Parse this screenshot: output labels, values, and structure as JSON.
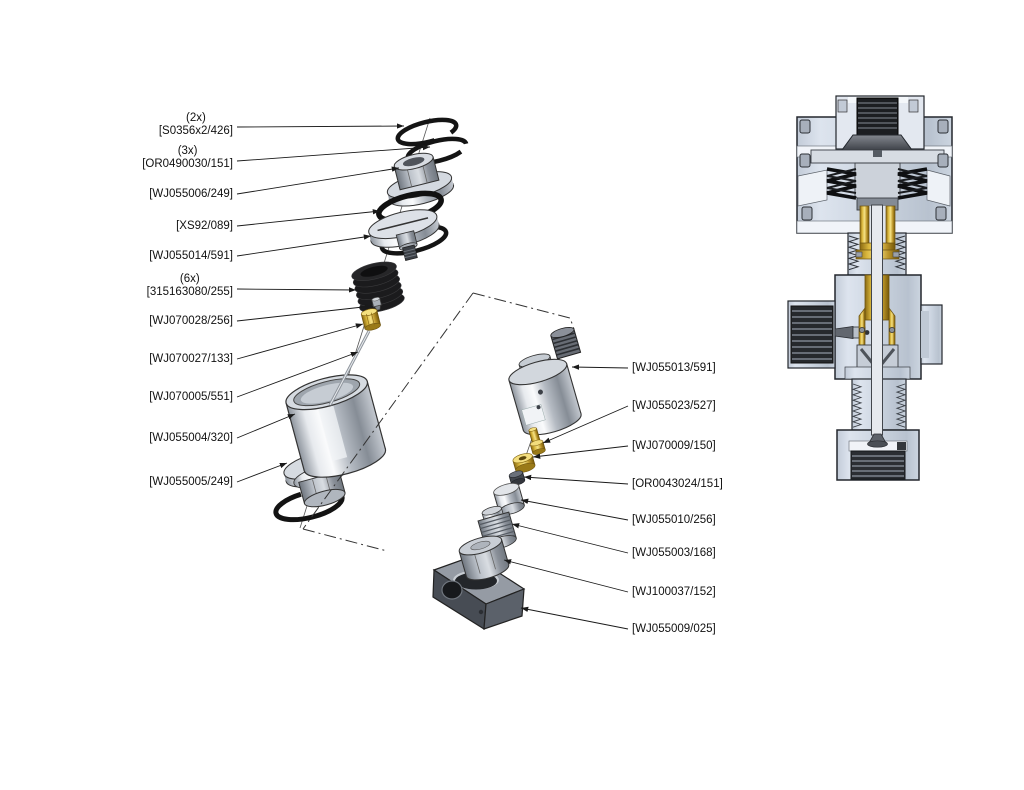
{
  "figure": {
    "left_column": [
      {
        "qty": "(2x)",
        "part": "[S0356x2/426]"
      },
      {
        "qty": "(3x)",
        "part": "[OR0490030/151]"
      },
      {
        "qty": "",
        "part": "[WJ055006/249]"
      },
      {
        "qty": "",
        "part": "[XS92/089]"
      },
      {
        "qty": "",
        "part": "[WJ055014/591]"
      },
      {
        "qty": "(6x)",
        "part": "[315163080/255]"
      },
      {
        "qty": "",
        "part": "[WJ070028/256]"
      },
      {
        "qty": "",
        "part": "[WJ070027/133]"
      },
      {
        "qty": "",
        "part": "[WJ070005/551]"
      },
      {
        "qty": "",
        "part": "[WJ055004/320]"
      },
      {
        "qty": "",
        "part": "[WJ055005/249]"
      }
    ],
    "right_column": [
      {
        "part": "[WJ055013/591]"
      },
      {
        "part": "[WJ055023/527]"
      },
      {
        "part": "[WJ070009/150]"
      },
      {
        "part": "[OR0043024/151]"
      },
      {
        "part": "[WJ055010/256]"
      },
      {
        "part": "[WJ055003/168]"
      },
      {
        "part": "[WJ100037/152]"
      },
      {
        "part": "[WJ055009/025]"
      }
    ],
    "colors": {
      "brass": "#d9b02f",
      "section_body": "#ccd4df",
      "line": "#1a1a1a"
    }
  }
}
